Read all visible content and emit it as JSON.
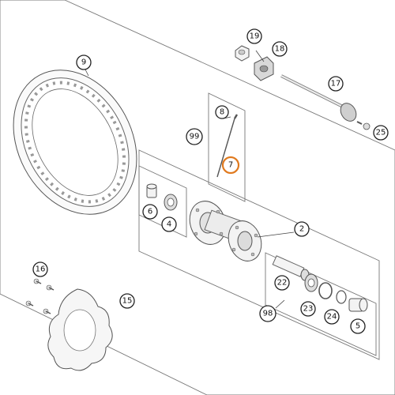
{
  "highlight_color": "#e07a1f",
  "callouts": {
    "c2": "2",
    "c4": "4",
    "c5": "5",
    "c6": "6",
    "c7": "7",
    "c8": "8",
    "c9": "9",
    "c15": "15",
    "c16": "16",
    "c17": "17",
    "c18": "18",
    "c19": "19",
    "c22": "22",
    "c23": "23",
    "c24": "24",
    "c25": "25",
    "c98": "98",
    "c99": "99"
  },
  "highlighted_callout": "7",
  "icons": {
    "direction": "arrow-left-down-icon"
  }
}
